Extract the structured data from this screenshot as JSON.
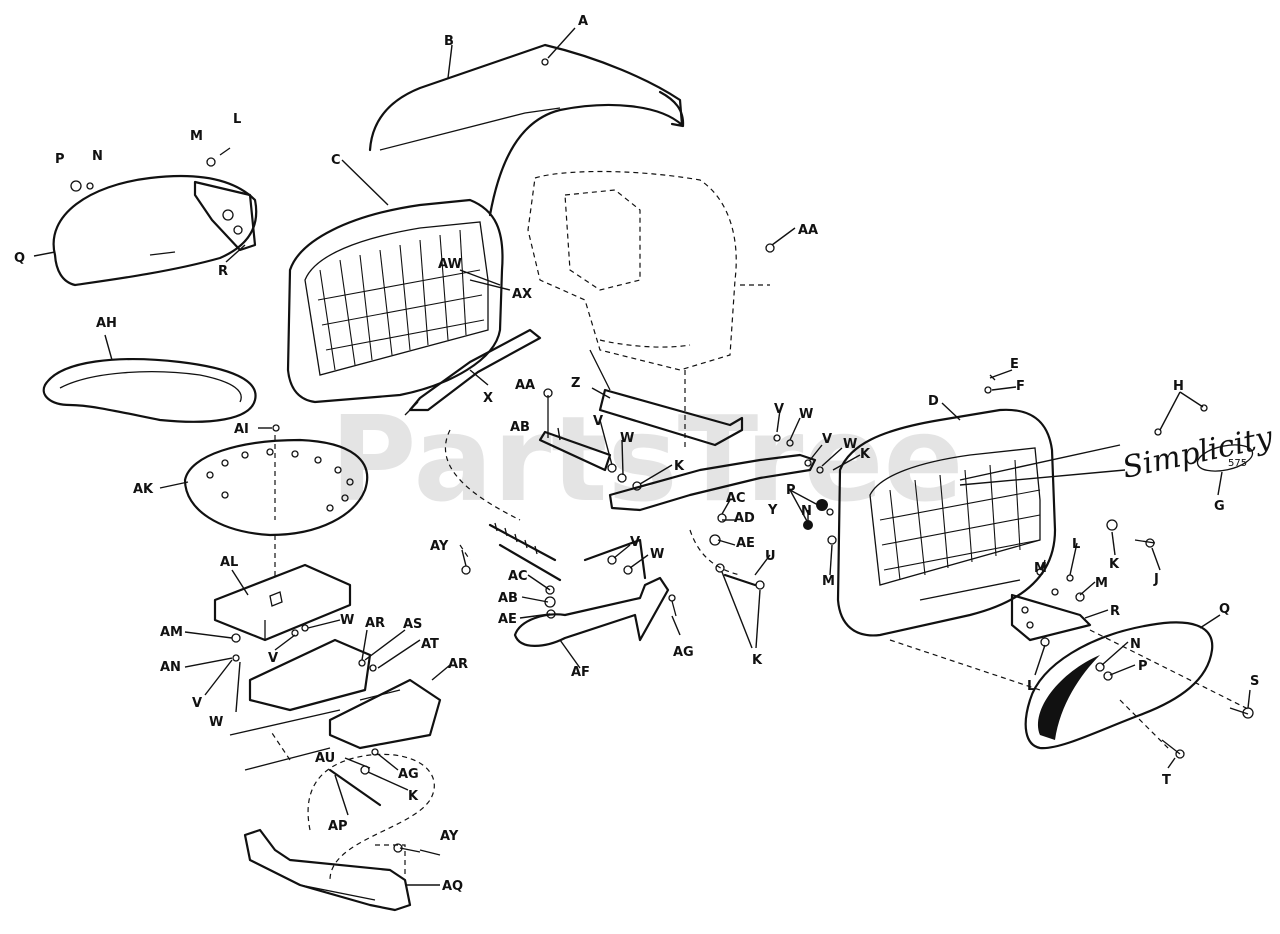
{
  "watermark": "PartsTree",
  "emblem_script": "Simplicity",
  "emblem_model": "575",
  "callouts": [
    {
      "id": "A",
      "text": "A"
    },
    {
      "id": "B",
      "text": "B"
    },
    {
      "id": "C",
      "text": "C"
    },
    {
      "id": "M1",
      "text": "M"
    },
    {
      "id": "L1",
      "text": "L"
    },
    {
      "id": "P1",
      "text": "P"
    },
    {
      "id": "N1",
      "text": "N"
    },
    {
      "id": "Q1",
      "text": "Q"
    },
    {
      "id": "R1",
      "text": "R"
    },
    {
      "id": "AW",
      "text": "AW"
    },
    {
      "id": "AX",
      "text": "AX"
    },
    {
      "id": "AA1",
      "text": "AA"
    },
    {
      "id": "AH",
      "text": "AH"
    },
    {
      "id": "X",
      "text": "X"
    },
    {
      "id": "AI",
      "text": "AI"
    },
    {
      "id": "AK",
      "text": "AK"
    },
    {
      "id": "AL",
      "text": "AL"
    },
    {
      "id": "AM",
      "text": "AM"
    },
    {
      "id": "AN",
      "text": "AN"
    },
    {
      "id": "V1",
      "text": "V"
    },
    {
      "id": "W1",
      "text": "W"
    },
    {
      "id": "V2",
      "text": "V"
    },
    {
      "id": "W2",
      "text": "W"
    },
    {
      "id": "AR1",
      "text": "AR"
    },
    {
      "id": "AS",
      "text": "AS"
    },
    {
      "id": "AT",
      "text": "AT"
    },
    {
      "id": "AR2",
      "text": "AR"
    },
    {
      "id": "AU",
      "text": "AU"
    },
    {
      "id": "AG1",
      "text": "AG"
    },
    {
      "id": "K1",
      "text": "K"
    },
    {
      "id": "AP",
      "text": "AP"
    },
    {
      "id": "AY1",
      "text": "AY"
    },
    {
      "id": "AQ",
      "text": "AQ"
    },
    {
      "id": "AA2",
      "text": "AA"
    },
    {
      "id": "Z",
      "text": "Z"
    },
    {
      "id": "AB1",
      "text": "AB"
    },
    {
      "id": "V3",
      "text": "V"
    },
    {
      "id": "W3",
      "text": "W"
    },
    {
      "id": "K2",
      "text": "K"
    },
    {
      "id": "AY2",
      "text": "AY"
    },
    {
      "id": "AC1",
      "text": "AC"
    },
    {
      "id": "AB2",
      "text": "AB"
    },
    {
      "id": "AE1",
      "text": "AE"
    },
    {
      "id": "V4",
      "text": "V"
    },
    {
      "id": "W4",
      "text": "W"
    },
    {
      "id": "AF",
      "text": "AF"
    },
    {
      "id": "AG2",
      "text": "AG"
    },
    {
      "id": "V5",
      "text": "V"
    },
    {
      "id": "W5",
      "text": "W"
    },
    {
      "id": "V6",
      "text": "V"
    },
    {
      "id": "W6",
      "text": "W"
    },
    {
      "id": "K3",
      "text": "K"
    },
    {
      "id": "AC2",
      "text": "AC"
    },
    {
      "id": "AD",
      "text": "AD"
    },
    {
      "id": "AE2",
      "text": "AE"
    },
    {
      "id": "Y1",
      "text": "Y"
    },
    {
      "id": "U",
      "text": "U"
    },
    {
      "id": "K4",
      "text": "K"
    },
    {
      "id": "P2",
      "text": "P"
    },
    {
      "id": "N2",
      "text": "N"
    },
    {
      "id": "M2",
      "text": "M"
    },
    {
      "id": "E",
      "text": "E"
    },
    {
      "id": "F",
      "text": "F"
    },
    {
      "id": "D",
      "text": "D"
    },
    {
      "id": "H",
      "text": "H"
    },
    {
      "id": "G",
      "text": "G"
    },
    {
      "id": "K5",
      "text": "K"
    },
    {
      "id": "J",
      "text": "J"
    },
    {
      "id": "L2",
      "text": "L"
    },
    {
      "id": "M3",
      "text": "M"
    },
    {
      "id": "M4",
      "text": "M"
    },
    {
      "id": "R2",
      "text": "R"
    },
    {
      "id": "Q2",
      "text": "Q"
    },
    {
      "id": "N3",
      "text": "N"
    },
    {
      "id": "P3",
      "text": "P"
    },
    {
      "id": "L3",
      "text": "L"
    },
    {
      "id": "S",
      "text": "S"
    },
    {
      "id": "T",
      "text": "T"
    }
  ]
}
